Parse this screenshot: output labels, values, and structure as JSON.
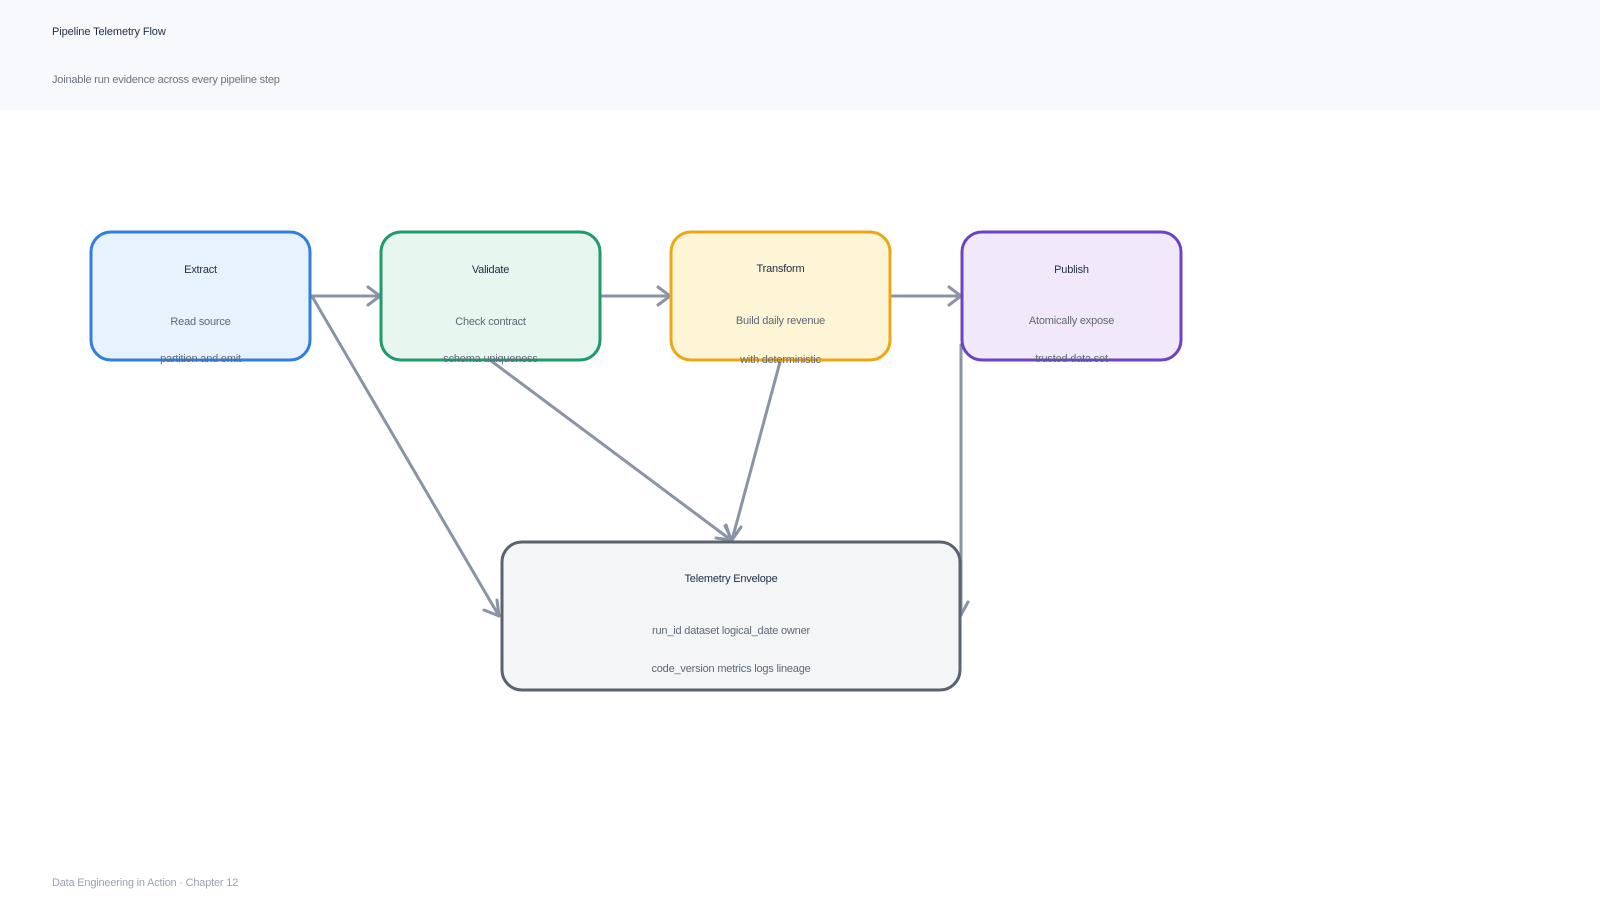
{
  "header": {
    "title": "Pipeline Telemetry Flow",
    "subtitle": "Joinable run evidence across every pipeline step"
  },
  "footer": {
    "text": "Data Engineering in Action · Chapter 12"
  },
  "colors": {
    "edge": "#8a94a6",
    "extract_border": "#2f7fe0",
    "extract_fill": "#e8f2fd",
    "validate_border": "#1f9a6a",
    "validate_fill": "#e7f6ee",
    "transform_border": "#eaa914",
    "transform_fill": "#fef4d6",
    "publish_border": "#6c44c2",
    "publish_fill": "#f1e9fa",
    "envelope_border": "#5b6270",
    "envelope_fill": "#f3f5f7"
  },
  "nodes": {
    "extract": {
      "title": "Extract",
      "line1": "Read source",
      "line2": "partition and emit"
    },
    "validate": {
      "title": "Validate",
      "line1": "Check contract",
      "line2": "schema uniqueness"
    },
    "transform": {
      "title": "Transform",
      "line1": "Build daily revenue",
      "line2": "with deterministic"
    },
    "publish": {
      "title": "Publish",
      "line1": "Atomically expose",
      "line2": "trusted data set"
    },
    "envelope": {
      "title": "Telemetry Envelope",
      "line1": "run_id dataset logical_date owner",
      "line2": "code_version metrics logs lineage"
    }
  }
}
